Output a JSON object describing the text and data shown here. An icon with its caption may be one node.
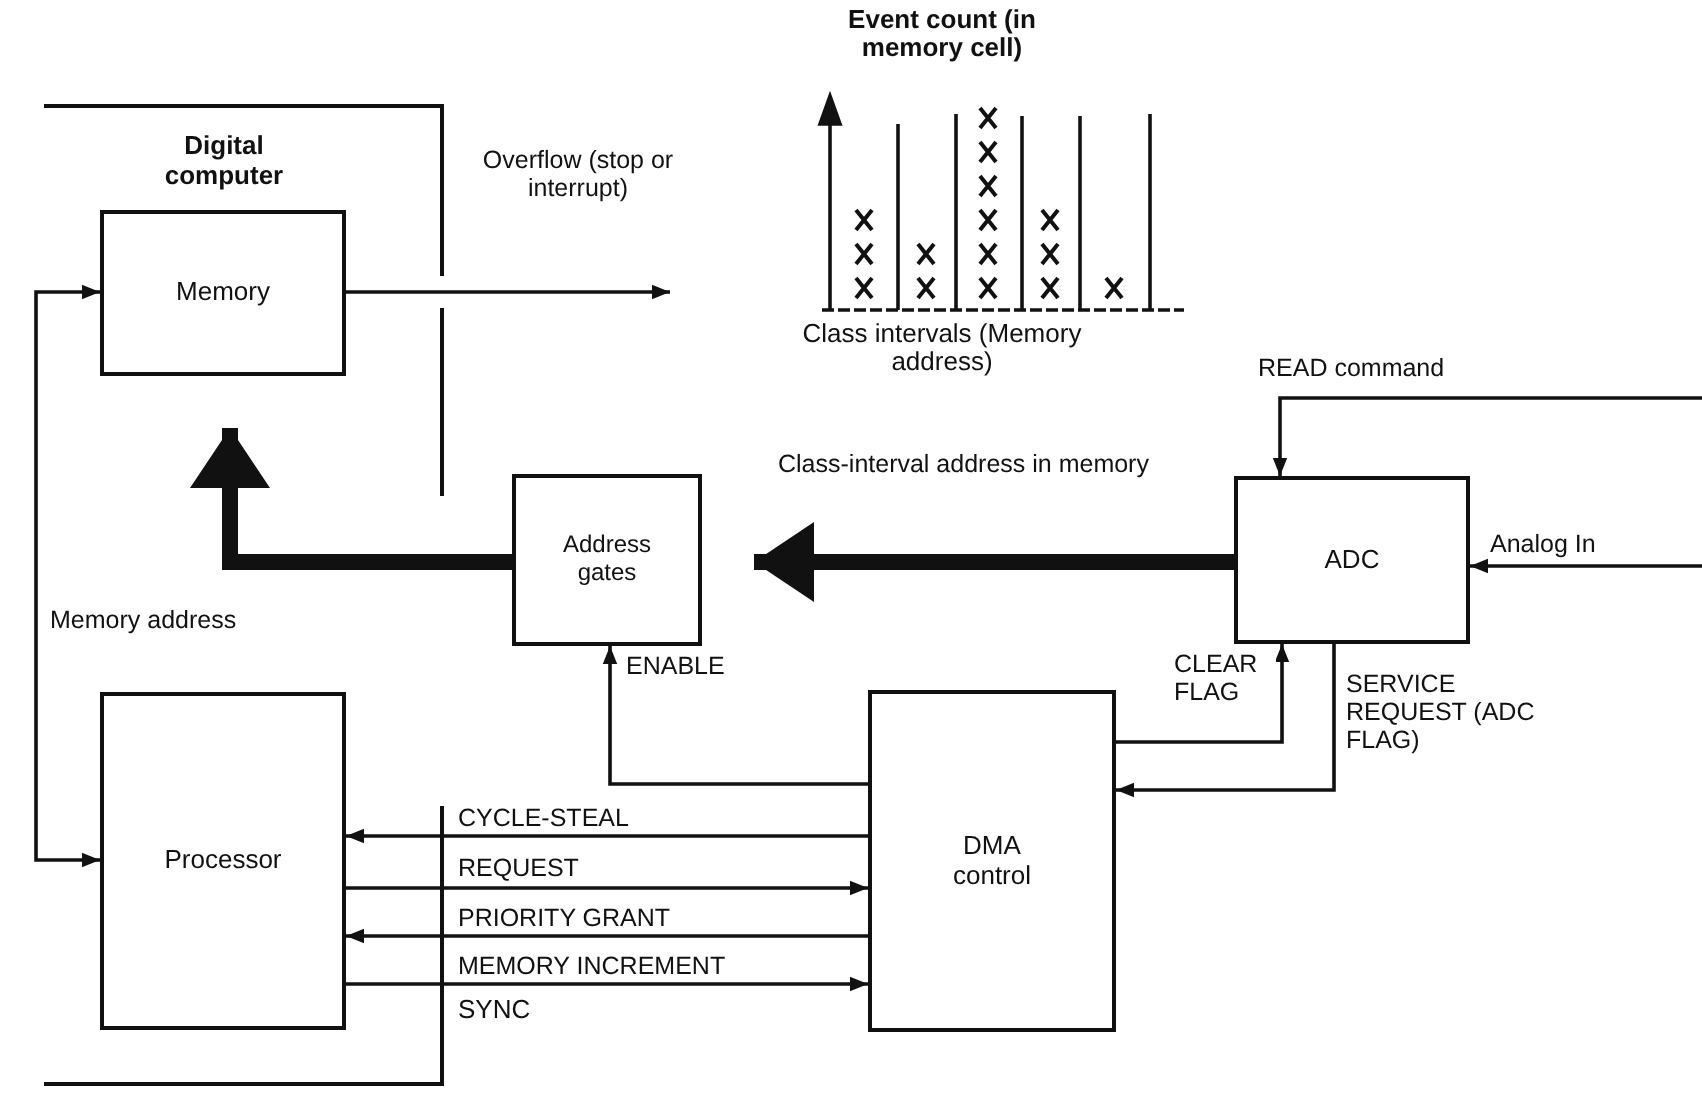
{
  "diagram": {
    "nodes": [
      {
        "text": [
          "Digital computer"
        ]
      },
      {
        "text": [
          "Memory"
        ],
        "in": 0
      },
      {
        "text": [
          "Processor"
        ],
        "in": 0
      },
      {
        "text": [
          "Address gates"
        ]
      },
      {
        "text": [
          "ADC"
        ]
      },
      {
        "text": [
          "DMA control"
        ]
      }
    ],
    "edges": [
      {
        "from": 1,
        "to": null,
        "arrow": "to",
        "label": "Overflow (stop or interrupt)"
      },
      {
        "from": 1,
        "to": 2,
        "arrow": "both"
      },
      {
        "from": 3,
        "to": 1,
        "arrow": "to",
        "label": "Memory address",
        "style": "thick"
      },
      {
        "from": 4,
        "to": 3,
        "arrow": "to",
        "label": "Class-interval address in memory",
        "style": "thick"
      },
      {
        "from": 5,
        "to": 3,
        "arrow": "to",
        "label": "ENABLE"
      },
      {
        "from": 5,
        "to": 4,
        "arrow": "to",
        "label": "CLEAR FLAG"
      },
      {
        "from": 4,
        "to": 5,
        "arrow": "to",
        "label": "SERVICE REQUEST (ADC FLAG)"
      },
      {
        "from": null,
        "to": 4,
        "arrow": "to",
        "label": "READ command"
      },
      {
        "from": null,
        "to": 4,
        "arrow": "to",
        "label": "Analog In"
      },
      {
        "from": 5,
        "to": 2,
        "arrow": "to",
        "label": "CYCLE-STEAL"
      },
      {
        "from": 2,
        "to": 5,
        "arrow": "to",
        "label": "REQUEST"
      },
      {
        "from": 5,
        "to": 2,
        "arrow": "to",
        "label": "PRIORITY GRANT"
      },
      {
        "from": 2,
        "to": 5,
        "arrow": "to",
        "label": "MEMORY INCREMENT"
      }
    ],
    "labels": [
      "Event count (in memory cell)",
      "Class intervals (Memory address)",
      "SYNC"
    ]
  }
}
